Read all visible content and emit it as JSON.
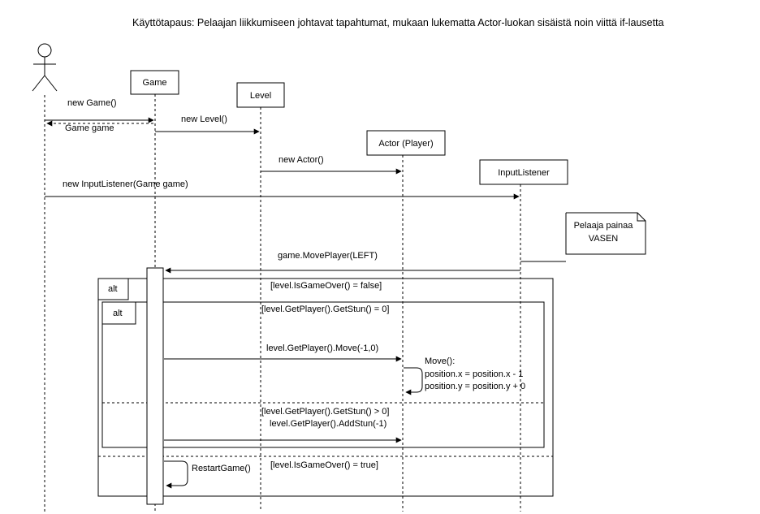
{
  "title": "Käyttötapaus: Pelaajan liikkumiseen johtavat tapahtumat, mukaan lukematta Actor-luokan sisäistä noin viittä if-lausetta",
  "lifelines": {
    "game": "Game",
    "level": "Level",
    "actor": "Actor (Player)",
    "input": "InputListener"
  },
  "messages": {
    "new_game": "new Game()",
    "return_game": "Game game",
    "new_level": "new Level()",
    "new_actor": "new Actor()",
    "new_input": "new InputListener(Game game)",
    "move_player": "game.MovePlayer(LEFT)",
    "move": "level.GetPlayer().Move(-1,0)",
    "add_stun": "level.GetPlayer().AddStun(-1)",
    "restart": "RestartGame()"
  },
  "note": {
    "line1": "Pelaaja painaa",
    "line2": "VASEN"
  },
  "fragments": {
    "outer_op": "alt",
    "inner_op": "alt",
    "guard_not_over": "[level.IsGameOver() = false]",
    "guard_stun_zero": "[level.GetPlayer().GetStun() = 0]",
    "guard_stun_positive": "[level.GetPlayer().GetStun() > 0]",
    "guard_over": "[level.IsGameOver() = true]"
  },
  "self_note": {
    "line1": "Move():",
    "line2": "position.x = position.x - 1",
    "line3": "position.y = position.y + 0"
  },
  "colors": {
    "stroke": "#000000",
    "background": "#ffffff",
    "guard_over_text": "#1a2a6c"
  }
}
